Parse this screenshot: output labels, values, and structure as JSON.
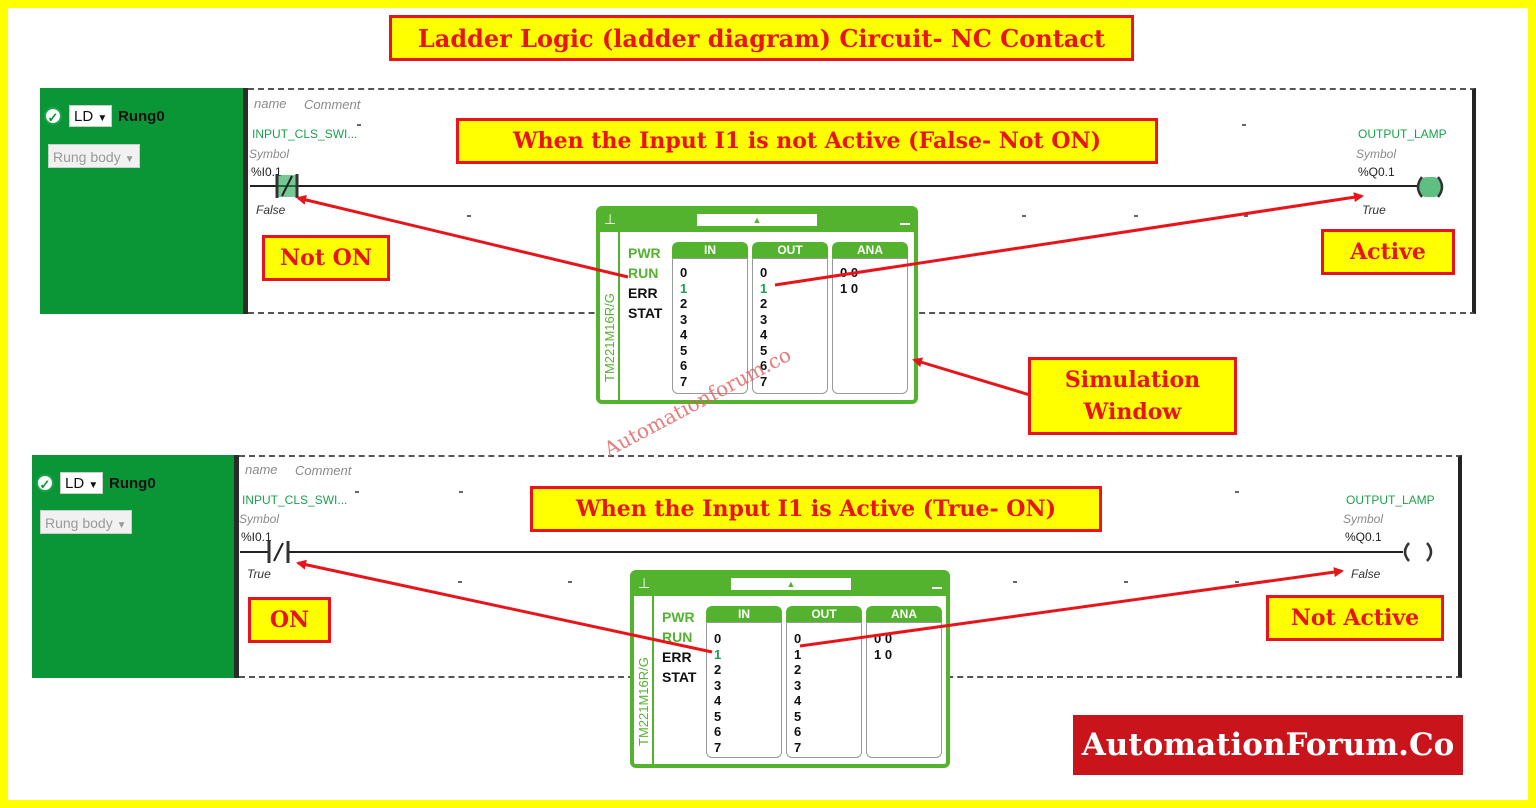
{
  "title": "Ladder Logic (ladder diagram) Circuit- NC Contact",
  "rungs": [
    {
      "rung_type": "LD",
      "rung_name": "Rung0",
      "rung_body": "Rung body",
      "name_label": "name",
      "comment_label": "Comment",
      "input_var": "INPUT_CLS_SWI...",
      "input_symbol": "Symbol",
      "input_address": "%I0.1",
      "input_state": "False",
      "output_var": "OUTPUT_LAMP",
      "output_symbol": "Symbol",
      "output_address": "%Q0.1",
      "output_state": "True",
      "heading": "When the Input I1 is not Active (False- Not ON)",
      "left_callout": "Not ON",
      "right_callout": "Active"
    },
    {
      "rung_type": "LD",
      "rung_name": "Rung0",
      "rung_body": "Rung body",
      "name_label": "name",
      "comment_label": "Comment",
      "input_var": "INPUT_CLS_SWI...",
      "input_symbol": "Symbol",
      "input_address": "%I0.1",
      "input_state": "True",
      "output_var": "OUTPUT_LAMP",
      "output_symbol": "Symbol",
      "output_address": "%Q0.1",
      "output_state": "False",
      "heading": "When the Input I1 is Active (True- ON)",
      "left_callout": "ON",
      "right_callout": "Not Active"
    }
  ],
  "simulation": {
    "model": "TM221M16R/G",
    "status_labels": [
      "PWR",
      "RUN",
      "ERR",
      "STAT"
    ],
    "col_in": "IN",
    "col_out": "OUT",
    "col_ana": "ANA",
    "io_numbers": [
      "0",
      "1",
      "2",
      "3",
      "4",
      "5",
      "6",
      "7"
    ],
    "ana_values": [
      "0 0",
      "1 0"
    ],
    "window1_active_in": 1,
    "window1_active_out": 1,
    "window2_active_in": 1,
    "window2_active_out": -1
  },
  "simulation_window_label": "Simulation\nWindow",
  "watermark": "Automationforum.co",
  "brand": "AutomationForum.Co",
  "colors": {
    "border": "#ffff00",
    "callout_text": "#e8141a",
    "rung_green": "#0a9636",
    "sim_green": "#54b32e",
    "brand_bg": "#c8141a"
  }
}
